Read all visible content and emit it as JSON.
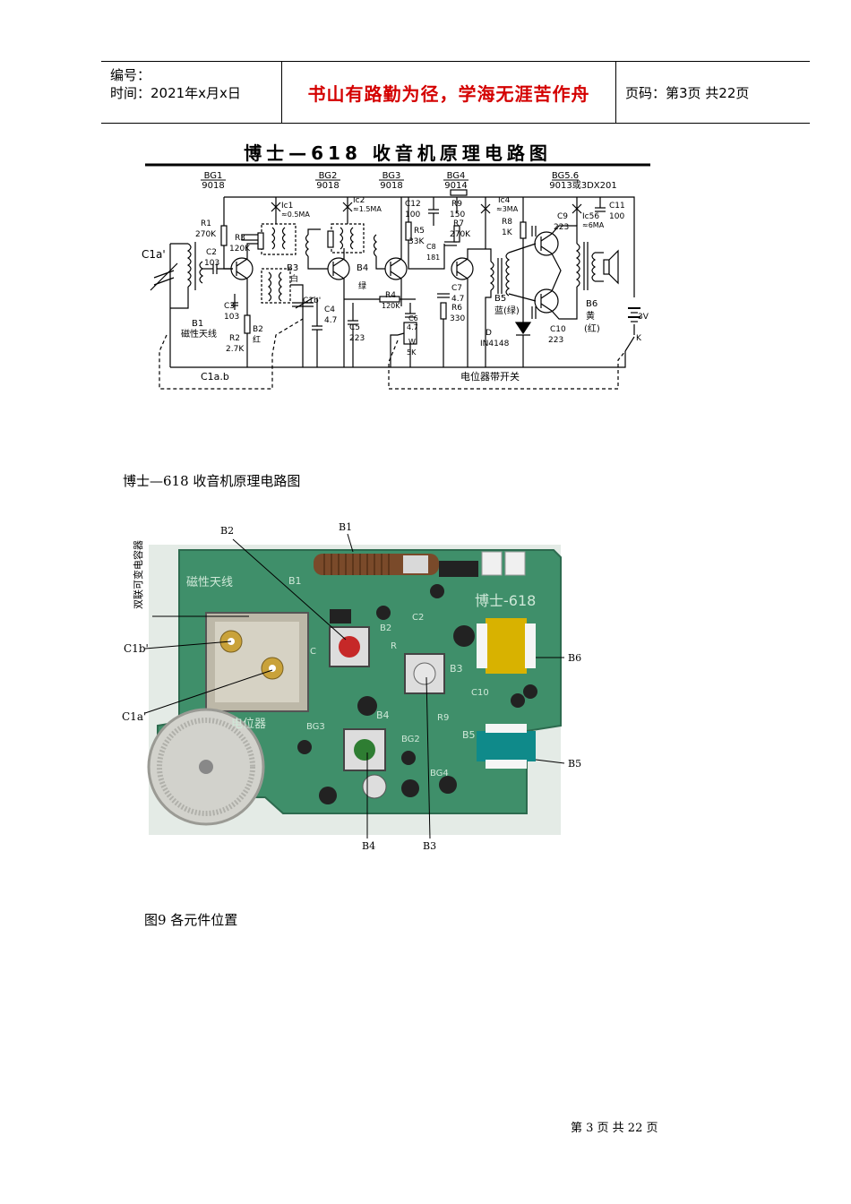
{
  "header": {
    "number_label": "编号：",
    "time_label": "时间：2021年x月x日",
    "motto": "书山有路勤为径，学海无涯苦作舟",
    "page_info": "页码：第3页 共22页"
  },
  "schematic": {
    "title": "博士—618 收音机原理电路图",
    "transistors": [
      {
        "name": "BG1",
        "model": "9018"
      },
      {
        "name": "BG2",
        "model": "9018"
      },
      {
        "name": "BG3",
        "model": "9018"
      },
      {
        "name": "BG4",
        "model": "9014"
      },
      {
        "name": "BG5.6",
        "model": "9013或3DX201"
      }
    ],
    "labels": {
      "c1a": "C1a'",
      "r1": "R1",
      "r1v": "270K",
      "c2": "C2",
      "c2v": "103",
      "r3": "R3",
      "r3v": "120K",
      "b1": "B1",
      "b1n": "磁性天线",
      "c3": "C3",
      "c3v": "103",
      "b2": "B2",
      "b2n": "红",
      "r2": "R2",
      "r2v": "2.7K",
      "b3": "B3",
      "b3n": "白",
      "c1b": "C1b'",
      "c4": "C4",
      "c4v": "4.7",
      "c5": "C5",
      "c5v": "223",
      "ic1": "Ic1",
      "ic1v": "≈0.5MA",
      "ic2": "Ic2",
      "ic2v": "≈1.5MA",
      "b4": "B4",
      "b4n": "绿",
      "c12": "C12",
      "c12v": "100",
      "r5": "R5",
      "r5v": "33K",
      "c8": "C8",
      "c8v": "181",
      "r4": "R4",
      "r4v": "120K",
      "c6": "C6",
      "c6v": "4.7",
      "w": "W",
      "wv": "5K",
      "r9": "R9",
      "r9v": "150",
      "r7": "R7",
      "r7v": "270K",
      "c7": "C7",
      "c7v": "4.7",
      "r6": "R6",
      "r6v": "330",
      "ic4": "Ic4",
      "ic4v": "≈3MA",
      "r8": "R8",
      "r8v": "1K",
      "b5": "B5",
      "b5n": "蓝(绿)",
      "d": "D",
      "dv": "IN4148",
      "c9": "C9",
      "c9v": "223",
      "c10": "C10",
      "c10v": "223",
      "ic56": "Ic56",
      "ic56v": "≈6MA",
      "c11": "C11",
      "c11v": "100",
      "b6": "B6",
      "b6n": "黄",
      "b6n2": "(红)",
      "batt": "3V",
      "k": "K",
      "c1ab": "C1a.b",
      "pot": "电位器带开关"
    },
    "caption": "博士—618 收音机原理电路图"
  },
  "photo": {
    "callouts": {
      "b1": "B1",
      "b2": "B2",
      "b3": "B3",
      "b4": "B4",
      "b5": "B5",
      "b6": "B6",
      "c1b": "C1b'",
      "c1a": "C1a'",
      "vcap": "双联可变电容器"
    },
    "board_text": {
      "antenna": "磁性天线",
      "brand": "博士-618",
      "pot": "电位器",
      "b1": "B1",
      "b3": "B3",
      "b4": "B4",
      "b5": "B5",
      "bg3": "BG3",
      "bg2": "BG2",
      "bg4": "BG4",
      "r": "R",
      "r9": "R9",
      "c2": "C2",
      "c10": "C10",
      "c": "C",
      "b2": "B2"
    },
    "caption": "图9 各元件位置"
  },
  "footer": {
    "page": "第 3 页 共 22 页"
  }
}
